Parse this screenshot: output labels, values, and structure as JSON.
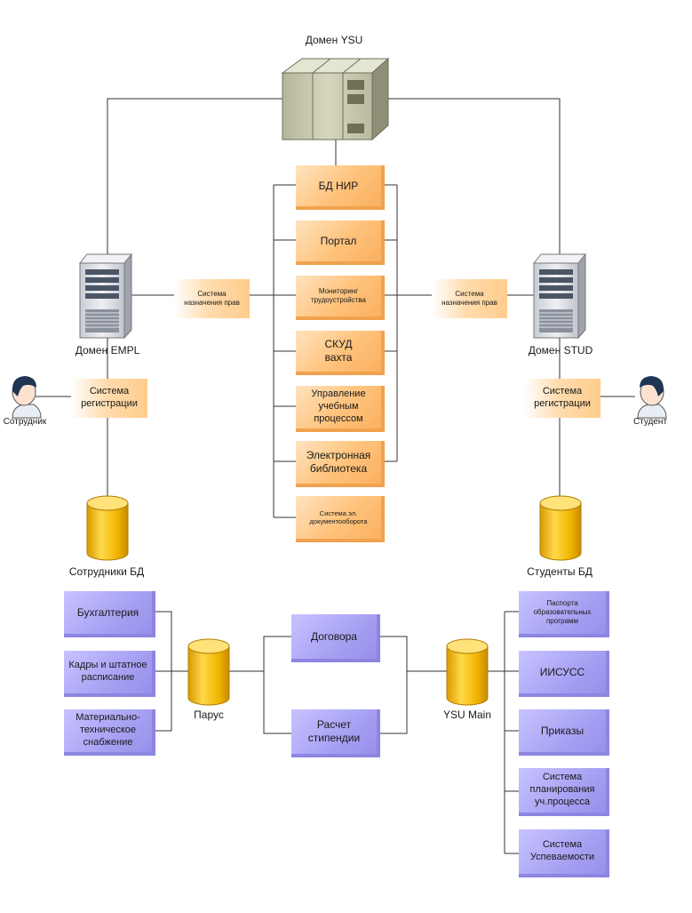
{
  "domains": {
    "ysu": "Домен YSU",
    "empl": "Домен EMPL",
    "stud": "Домен STUD"
  },
  "center_systems": [
    "БД НИР",
    "Портал",
    "Мониторинг\nтрудоустройства",
    "СКУД\nвахта",
    "Управление\nучебным\nпроцессом",
    "Электронная\nбиблиотека",
    "Система эл.\nдокументооборота"
  ],
  "rights_left": "Система\nназначения прав",
  "rights_right": "Система\nназначения прав",
  "registration_left": "Система\nрегистрации",
  "registration_right": "Система\nрегистрации",
  "persons": {
    "employee": "Сотрудник",
    "student": "Студент"
  },
  "databases": {
    "employees": "Сотрудники БД",
    "students": "Студенты БД",
    "parus": "Парус",
    "ysu_main": "YSU Main"
  },
  "parus_systems": [
    "Бухгалтерия",
    "Кадры и штатное\nрасписание",
    "Материально-\nтехническое\nснабжение"
  ],
  "middle_systems": [
    "Договора",
    "Расчет\nстипендии"
  ],
  "ysu_main_systems": [
    "Паспорта\nобразовательных\nпрограмм",
    "ИИСУСС",
    "Приказы",
    "Система\nпланирования\nуч.процесса",
    "Система\nУспеваемости"
  ],
  "colors": {
    "orange": "#ffc27a",
    "purple": "#a7a1f3",
    "cylinder": "#f2b705",
    "server": "#c9cbb0",
    "line": "#333333"
  }
}
